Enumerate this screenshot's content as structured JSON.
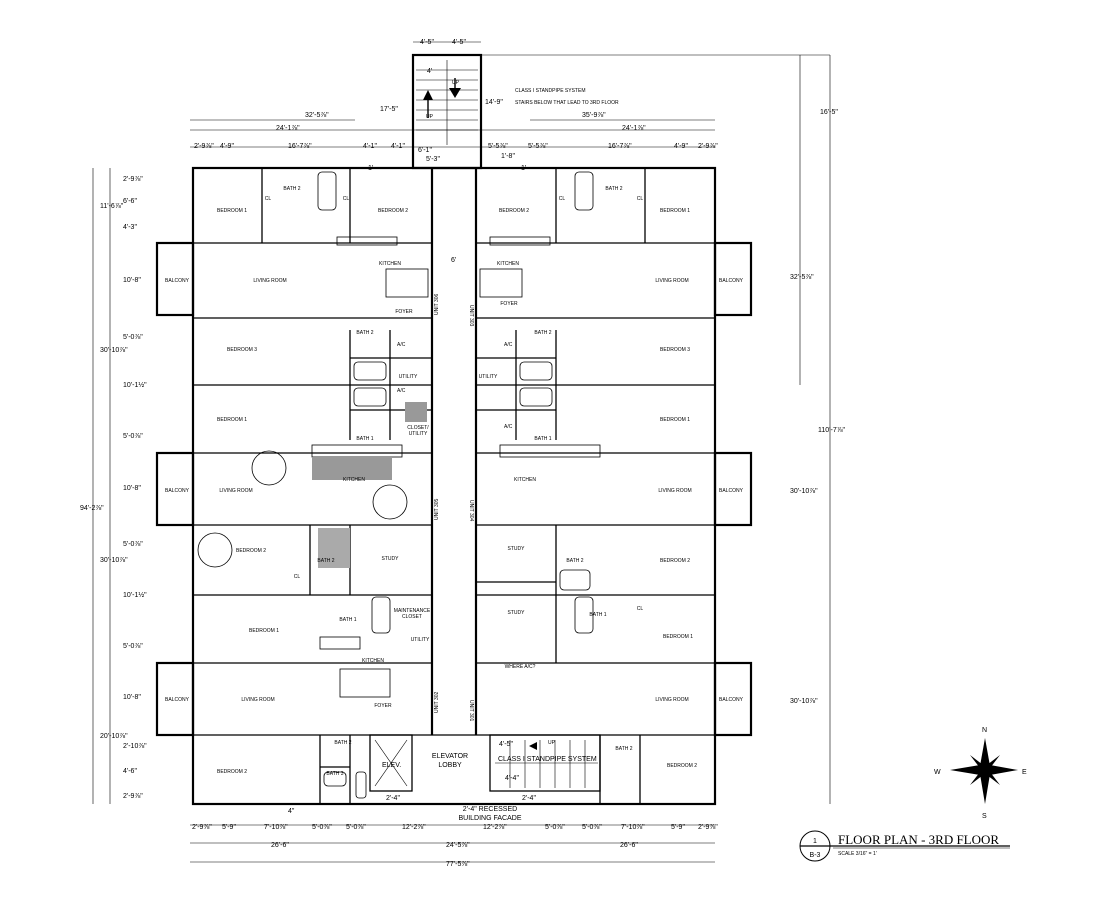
{
  "title_block": {
    "sheet_number": "1",
    "sheet_id": "B-3",
    "title": "FLOOR PLAN - 3RD FLOOR",
    "scale": "SCALE 3/16\" = 1'"
  },
  "compass": {
    "north": "N",
    "south": "S",
    "east": "E",
    "west": "W"
  },
  "notes": {
    "standpipe": "CLASS I STANDPIPE SYSTEM",
    "stairs_below": "STAIRS BELOW THAT LEAD TO 3RD FLOOR",
    "up": "UP",
    "elevator": "ELEV.",
    "elevator_lobby_1": "ELEVATOR",
    "elevator_lobby_2": "LOBBY",
    "standpipe_lower": "CLASS I STANDPIPE SYSTEM",
    "recessed_1": "2'-4\" RECESSED",
    "recessed_2": "BUILDING FACADE",
    "where_ac": "WHERE A/C?"
  },
  "rooms": {
    "bedroom1": "BEDROOM 1",
    "bedroom2": "BEDROOM 2",
    "bedroom3": "BEDROOM 3",
    "bath1": "BATH 1",
    "bath2": "BATH 2",
    "bath3": "BATH 3",
    "living": "LIVING ROOM",
    "kitchen": "KITCHEN",
    "balcony": "BALCONY",
    "foyer": "FOYER",
    "study": "STUDY",
    "utility": "UTILITY",
    "closet_utility_1": "CLOSET/",
    "closet_utility_2": "UTILITY",
    "maintenance_1": "MAINTENANCE",
    "maintenance_2": "CLOSET",
    "cl": "CL",
    "ac": "A/C",
    "unit_301": "UNIT 301",
    "unit_302": "UNIT 302",
    "unit_303": "UNIT 303",
    "unit_304": "UNIT 304",
    "unit_305": "UNIT 305",
    "unit_306": "UNIT 306"
  },
  "dimensions": {
    "top_stair_a": "4'-5\"",
    "top_stair_b": "4'-5\"",
    "stair_len": "17'-5\"",
    "stair_a": "4'",
    "stair_b": "14'-9\"",
    "top_left": "32'-5⅞\"",
    "top_right": "35'-9⅞\"",
    "sub_left": "24'-1⅞\"",
    "sub_right": "24'-1⅞\"",
    "seg_2_9": "2'-9⅞\"",
    "seg_4_9": "4'-9\"",
    "seg_16_7": "16'-7⅞\"",
    "seg_4_1": "4'-1\"",
    "seg_1": "1'",
    "seg_5_3": "5'-3\"",
    "seg_6_1": "6'-1\"",
    "seg_1_8": "1'-8\"",
    "seg_5_5": "5'-5⅞\"",
    "right_16_5": "16'-5\"",
    "right_32_5": "32'-5⅞\"",
    "right_110": "110'-7⅞\"",
    "right_30_10": "30'-10⅞\"",
    "left_94": "94'-2⅞\"",
    "left_11_6": "11'-6⅞\"",
    "left_6_6": "6'-6\"",
    "left_4_3": "4'-3\"",
    "left_10_8": "10'-8\"",
    "left_30_10": "30'-10⅞\"",
    "left_5_0": "5'-0⅞\"",
    "left_10_1": "10'-1½\"",
    "left_20_10": "20'-10⅞\"",
    "left_2_10": "2'-10⅞\"",
    "left_4_6": "4'-6\"",
    "left_2_9": "2'-9⅞\"",
    "bot_2_9": "2'-9⅞\"",
    "bot_5_9": "5'-9\"",
    "bot_7_10": "7'-10⅞\"",
    "bot_5_0": "5'-0⅞\"",
    "bot_12_2": "12'-2⅞\"",
    "bot_26_6": "26'-6\"",
    "bot_24_5": "24'-5⅞\"",
    "bot_77_5": "77'-5⅞\"",
    "lobby_2_4": "2'-4\"",
    "corr_6": "6'",
    "stair_4_5": "4'-5\"",
    "stair_4_4": "4'-4\"",
    "bot_4": "4\""
  }
}
